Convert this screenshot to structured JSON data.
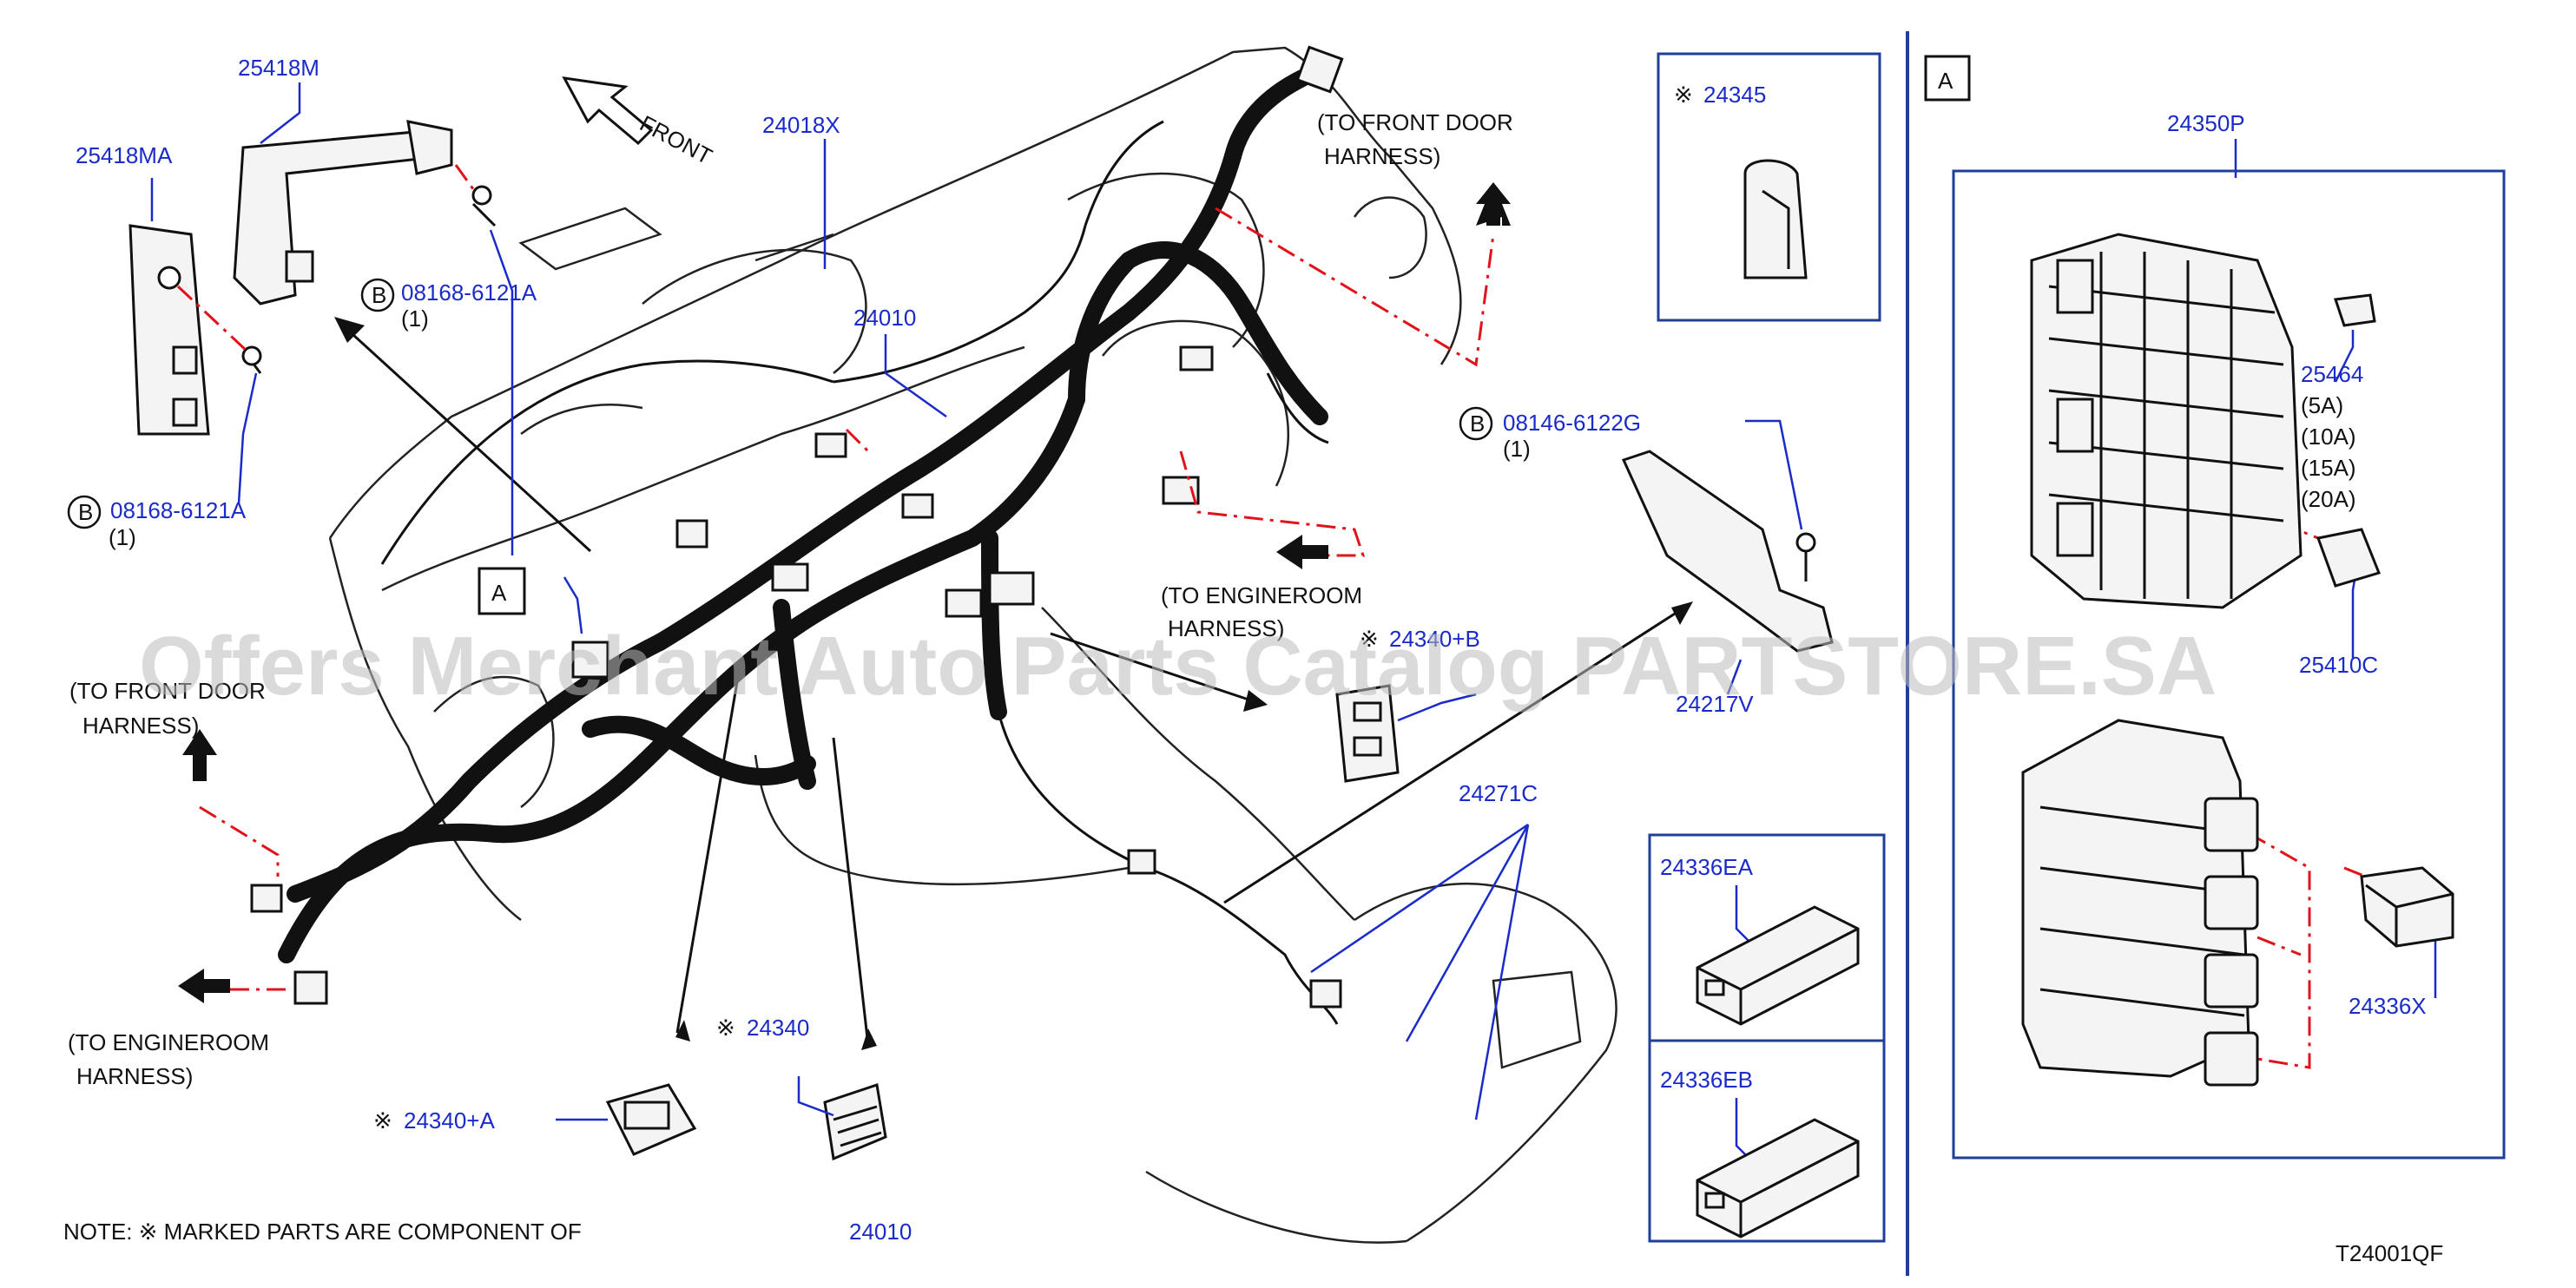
{
  "labels": {
    "p25418M": "25418M",
    "p25418MA": "25418MA",
    "p24018X": "24018X",
    "p24010a": "24010",
    "p08168_1": "08168-6121A",
    "p08168_1_qty": "(1)",
    "p08168_2": "08168-6121A",
    "p08168_2_qty": "(1)",
    "p08146": "08146-6122G",
    "p08146_qty": "(1)",
    "p24345": "24345",
    "p24340B": "24340+B",
    "p24217V": "24217V",
    "p24271C": "24271C",
    "p24340": "24340",
    "p24340A": "24340+A",
    "p24336EA": "24336EA",
    "p24336EB": "24336EB",
    "p24350P": "24350P",
    "p25464": "25464",
    "amp5": "(5A)",
    "amp10": "(10A)",
    "amp15": "(15A)",
    "amp20": "(20A)",
    "p25410C": "25410C",
    "p24336X": "24336X",
    "p24010b": "24010",
    "boxA": "A",
    "boxA2": "A",
    "circleB": "B",
    "front": "FRONT",
    "to_front_door_1a": "(TO  FRONT  DOOR",
    "to_front_door_1b": "HARNESS)",
    "to_front_door_2a": "(TO  FRONT  DOOR",
    "to_front_door_2b": "HARNESS)",
    "to_engineroom_1a": "(TO   ENGINEROOM",
    "to_engineroom_1b": "HARNESS)",
    "to_engineroom_2a": "(TO   ENGINEROOM",
    "to_engineroom_2b": "HARNESS)",
    "note": "NOTE:   ※  MARKED   PARTS   ARE   COMPONENT   OF",
    "mark": "※",
    "diagram_code": "T24001QF",
    "watermark": "Offers Merchant Auto Parts Catalog PARTSTORE.SA"
  },
  "colors": {
    "label_blue": "#1a2bc9",
    "box_blue": "#1f3f9a",
    "dash_red": "#e0121a",
    "line_black": "#111111"
  }
}
